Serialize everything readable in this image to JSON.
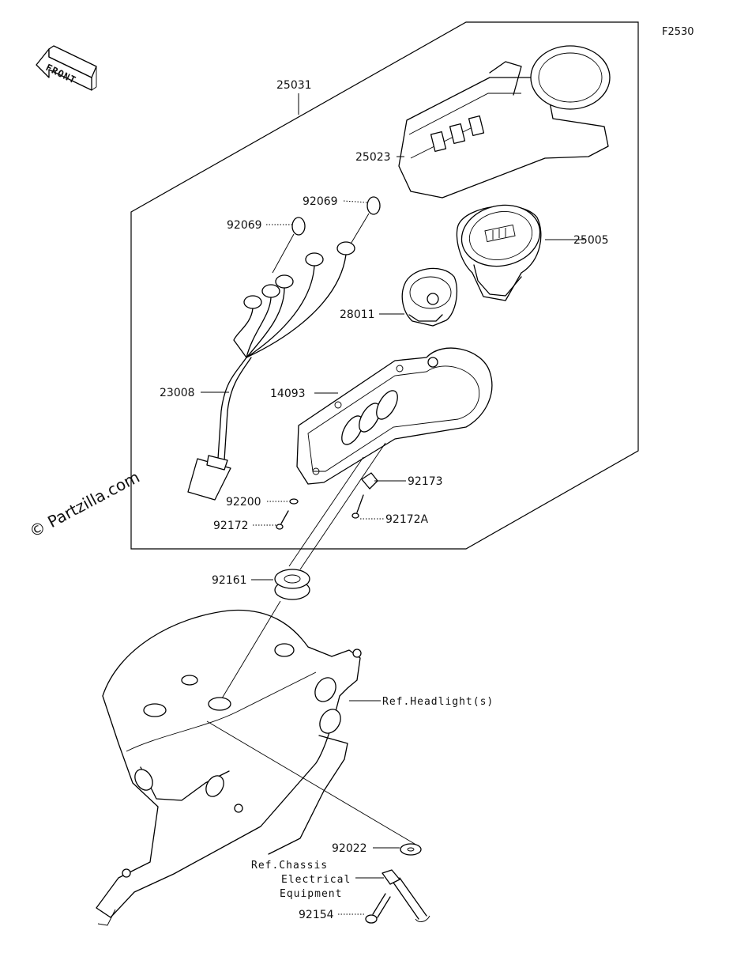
{
  "figure_code": "F2530",
  "front_arrow": {
    "text": "FRONT",
    "icon": "front-arrow-icon"
  },
  "watermark": "© Partzilla.com",
  "parts": {
    "p25031": "25031",
    "p25023": "25023",
    "p92069a": "92069",
    "p92069b": "92069",
    "p25005": "25005",
    "p28011": "28011",
    "p23008": "23008",
    "p14093": "14093",
    "p92173": "92173",
    "p92200": "92200",
    "p92172": "92172",
    "p92172A": "92172A",
    "p92161": "92161",
    "p92022": "92022",
    "p92154": "92154"
  },
  "refs": {
    "headlight": "Ref.Headlight(s)",
    "chassis_line1": "Ref.Chassis",
    "chassis_line2": "Electrical",
    "chassis_line3": "Equipment"
  }
}
